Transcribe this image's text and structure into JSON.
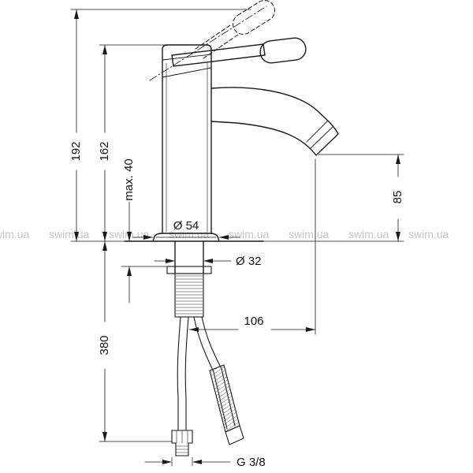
{
  "diagram": {
    "title": "faucet-technical-drawing",
    "line_color": "#1a1a1a",
    "text_color": "#111111",
    "watermark": {
      "text": "swim.ua",
      "color": "#c6c6c6"
    },
    "dimensions": {
      "total_height": "192",
      "body_height": "162",
      "max_mounting": "max. 40",
      "base_diameter": "Ø 54",
      "shank_diameter": "Ø 32",
      "outlet_height": "85",
      "spout_reach": "106",
      "hose_length": "380",
      "thread_size": "G 3/8"
    }
  }
}
